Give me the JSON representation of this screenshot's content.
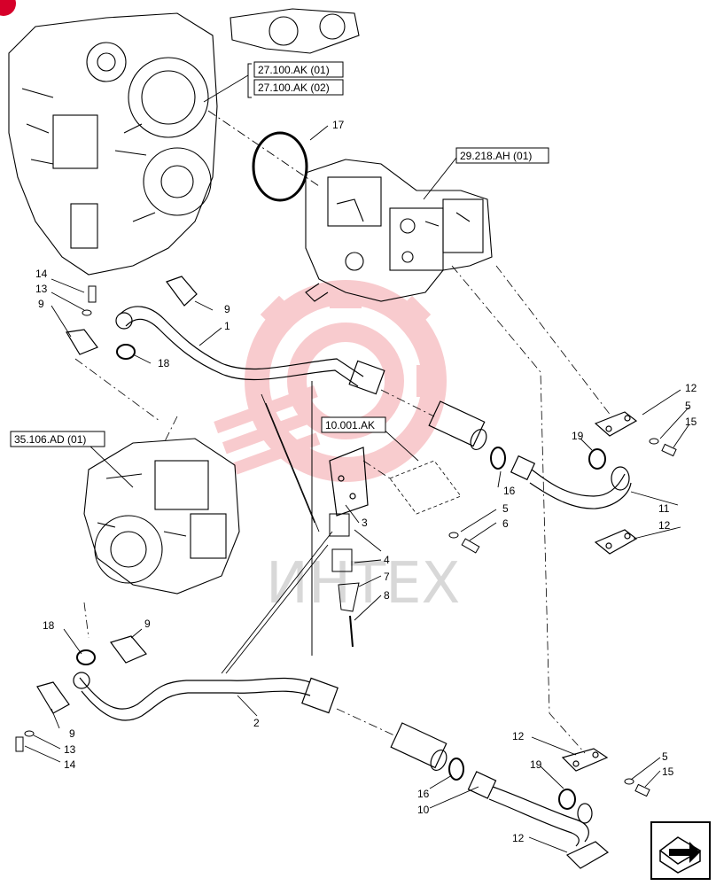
{
  "references": {
    "r1": "27.100.AK (01)",
    "r2": "27.100.AK (02)",
    "r3": "29.218.AH (01)",
    "r4": "35.106.AD (01)",
    "r5": "10.001.AK"
  },
  "callouts": {
    "n1": "1",
    "n2": "2",
    "n3": "3",
    "n4": "4",
    "n5a": "5",
    "n5b": "5",
    "n5c": "5",
    "n6": "6",
    "n7": "7",
    "n8": "8",
    "n9a": "9",
    "n9b": "9",
    "n9c": "9",
    "n9d": "9",
    "n10": "10",
    "n11": "11",
    "n12a": "12",
    "n12b": "12",
    "n12c": "12",
    "n12d": "12",
    "n13a": "13",
    "n13b": "13",
    "n14a": "14",
    "n14b": "14",
    "n15a": "15",
    "n15b": "15",
    "n16a": "16",
    "n16b": "16",
    "n17": "17",
    "n18a": "18",
    "n18b": "18",
    "n19a": "19",
    "n19b": "19"
  },
  "watermark": {
    "text": "ИНТЕХ",
    "color": "#d8d8d8",
    "logo_color": "#f7c3c6"
  },
  "nav": {
    "icon": "next-page-arrow-icon"
  },
  "colors": {
    "line": "#000000",
    "corner_badge": "#d6002a"
  }
}
